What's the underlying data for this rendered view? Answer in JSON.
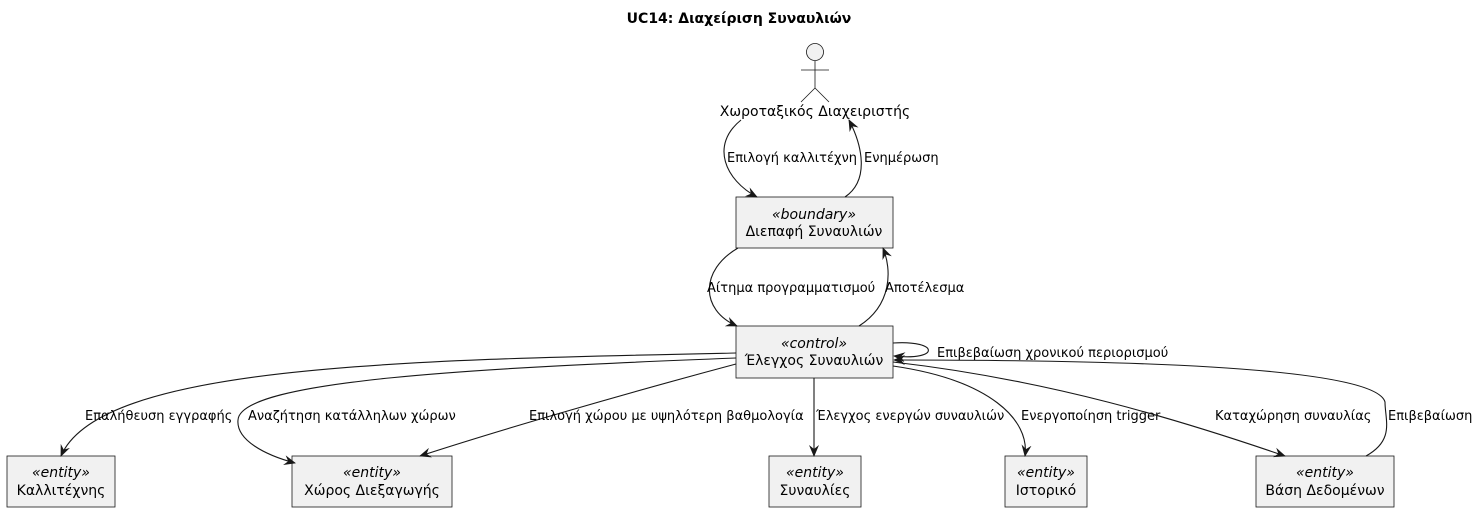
{
  "title": "UC14: Διαχείριση Συναυλιών",
  "actor": {
    "name": "Χωροταξικός Διαχειριστής"
  },
  "boundary": {
    "stereotype": "«boundary»",
    "name": "Διεπαφή Συναυλιών"
  },
  "control": {
    "stereotype": "«control»",
    "name": "Έλεγχος Συναυλιών"
  },
  "entities": [
    {
      "stereotype": "«entity»",
      "name": "Καλλιτέχνης"
    },
    {
      "stereotype": "«entity»",
      "name": "Χώρος Διεξαγωγής"
    },
    {
      "stereotype": "«entity»",
      "name": "Συναυλίες"
    },
    {
      "stereotype": "«entity»",
      "name": "Ιστορικό"
    },
    {
      "stereotype": "«entity»",
      "name": "Βάση Δεδομένων"
    }
  ],
  "edges": {
    "actor_to_boundary": "Επιλογή καλλιτέχνη",
    "boundary_to_actor": "Ενημέρωση",
    "boundary_to_control": "Αίτημα προγραμματισμού",
    "control_to_boundary": "Αποτέλεσμα",
    "control_self": "Επιβεβαίωση χρονικού περιορισμού",
    "control_to_artist": "Επαλήθευση εγγραφής",
    "control_to_venue_search": "Αναζήτηση κατάλληλων χώρων",
    "control_to_venue_select": "Επιλογή χώρου με υψηλότερη βαθμολογία",
    "control_to_concerts": "Έλεγχος ενεργών συναυλιών",
    "control_to_history": "Ενεργοποίηση trigger",
    "control_to_db": "Καταχώρηση συναυλίας",
    "db_to_control": "Επιβεβαίωση"
  }
}
